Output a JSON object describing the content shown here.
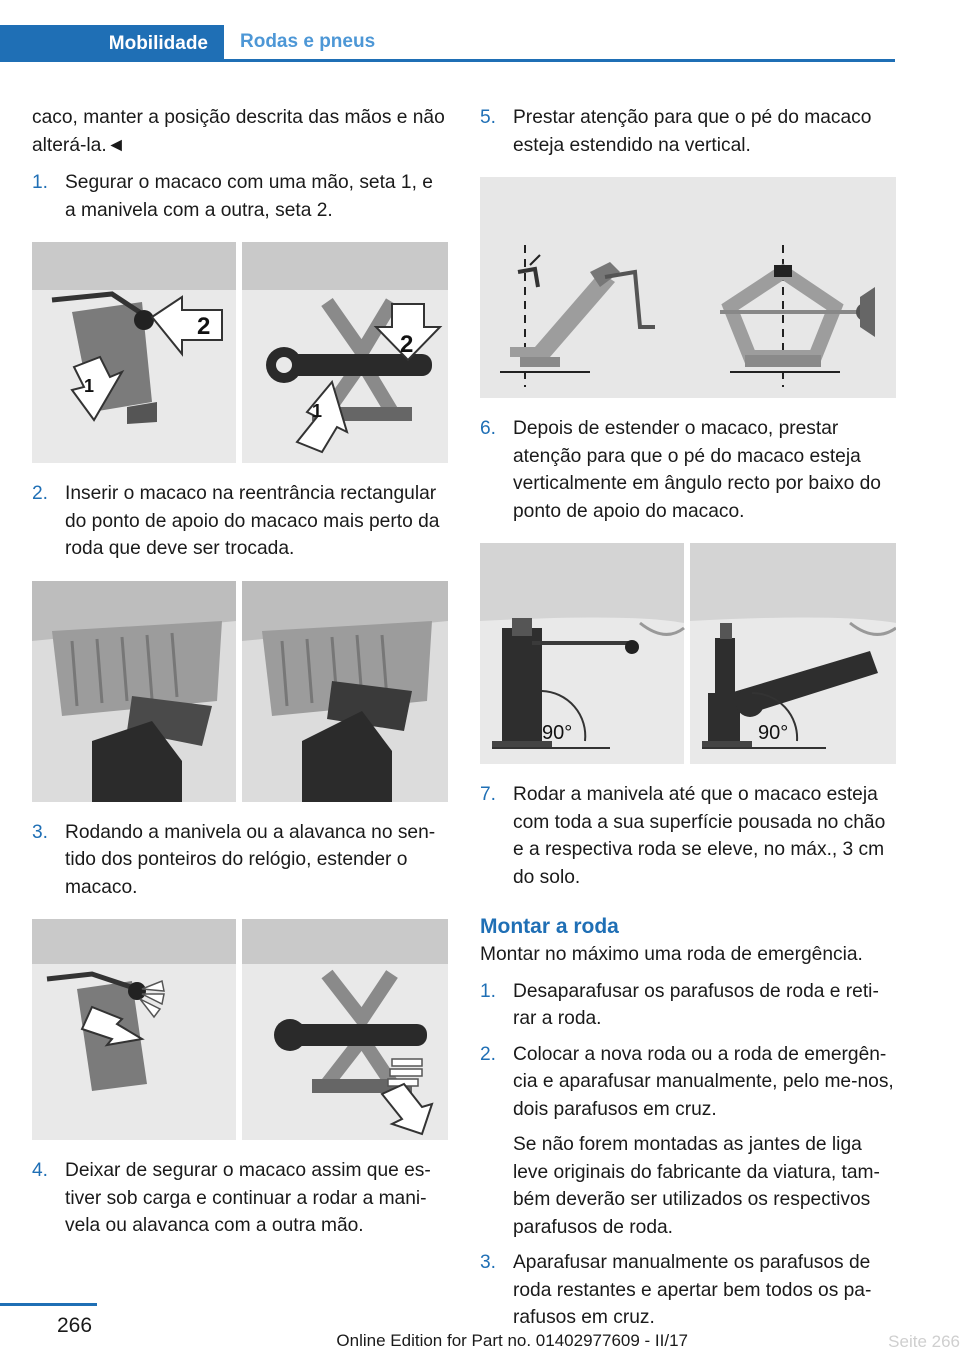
{
  "header": {
    "tab_active": "Mobilidade",
    "tab_inactive": "Rodas e pneus"
  },
  "left": {
    "intro": "caco, manter a posição descrita das mãos e não alterá-la.◄",
    "steps": [
      {
        "num": "1.",
        "text": "Segurar o macaco com uma mão, seta 1, e a manivela com a outra, seta 2."
      },
      {
        "num": "2.",
        "text": "Inserir o macaco na reentrância rectangular do ponto de apoio do macaco mais perto da roda que deve ser trocada."
      },
      {
        "num": "3.",
        "text": "Rodando a manivela ou a alavanca no sen-tido dos ponteiros do relógio, estender o macaco."
      },
      {
        "num": "4.",
        "text": "Deixar de segurar o macaco assim que es-tiver sob carga e continuar a rodar a mani-vela ou alavanca com a outra mão."
      }
    ],
    "fig1_labels": [
      "1",
      "2",
      "2",
      "1"
    ]
  },
  "right": {
    "steps_top": [
      {
        "num": "5.",
        "text": "Prestar atenção para que o pé do macaco esteja estendido na vertical."
      },
      {
        "num": "6.",
        "text": "Depois de estender o macaco, prestar atenção para que o pé do macaco esteja verticalmente em ângulo recto por baixo do ponto de apoio do macaco."
      },
      {
        "num": "7.",
        "text": "Rodar a manivela até que o macaco esteja com toda a sua superfície pousada no chão e a respectiva roda se eleve, no máx., 3 cm do solo."
      }
    ],
    "angle_labels": [
      "90°",
      "90°"
    ],
    "section_title": "Montar a roda",
    "section_intro": "Montar no máximo uma roda de emergência.",
    "steps_bottom": [
      {
        "num": "1.",
        "text": "Desaparafusar os parafusos de roda e reti-rar a roda."
      },
      {
        "num": "2.",
        "text": "Colocar a nova roda ou a roda de emergên-cia e aparafusar manualmente, pelo me-nos, dois parafusos em cruz."
      },
      {
        "num": "",
        "text": "Se não forem montadas as jantes de liga leve originais do fabricante da viatura, tam-bém deverão ser utilizados os respectivos parafusos de roda."
      },
      {
        "num": "3.",
        "text": "Aparafusar manualmente os parafusos de roda restantes e apertar bem todos os pa-rafusos em cruz."
      }
    ]
  },
  "footer": {
    "page_number": "266",
    "edition": "Online Edition for Part no. 01402977609 - II/17",
    "watermark": "Seite 266"
  },
  "colors": {
    "accent": "#1f6fb5",
    "tab_inactive": "#4d97d6"
  }
}
